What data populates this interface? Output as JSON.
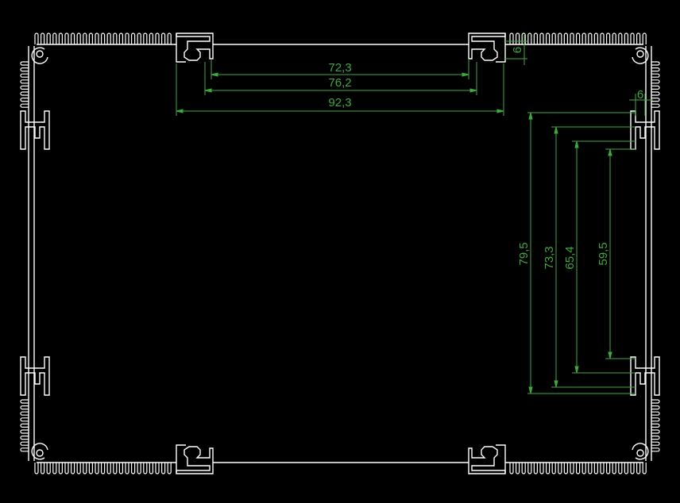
{
  "colors": {
    "background": "#000000",
    "outline": "#ffffff",
    "dimension": "#3fa83f"
  },
  "dimensions": {
    "top_inner": "72,3",
    "top_middle": "76,2",
    "top_outer": "92,3",
    "top_right_small": "6",
    "right_small": "6",
    "vertical_outer": "79,5",
    "vertical_second": "73,3",
    "vertical_third": "65,4",
    "vertical_inner": "59,5"
  }
}
